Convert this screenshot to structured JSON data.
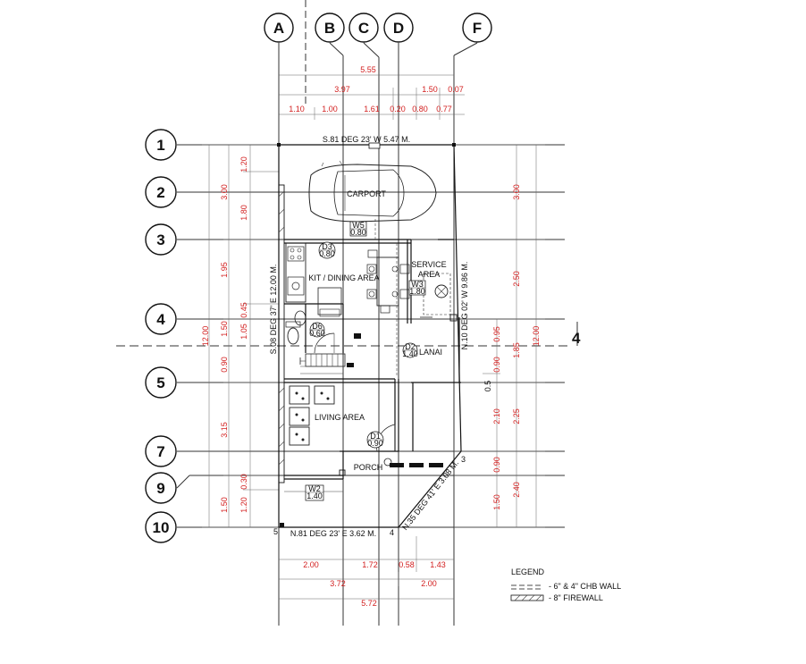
{
  "grid": {
    "columns": [
      "A",
      "B",
      "C",
      "D",
      "F"
    ],
    "rows": [
      "1",
      "2",
      "3",
      "4",
      "5",
      "7",
      "9",
      "10"
    ]
  },
  "dims_top": {
    "overall": "5.55",
    "row2": [
      "3.97",
      "1.50",
      "0.07"
    ],
    "row3": [
      "1.10",
      "1.00",
      "1.61",
      "0.20",
      "0.80",
      "0.77"
    ]
  },
  "dims_bottom": {
    "row1": [
      "2.00",
      "1.72",
      "0.58",
      "1.43"
    ],
    "row2": [
      "3.72",
      "2.00"
    ],
    "overall": "5.72"
  },
  "dims_left": {
    "outer": "12.00",
    "mid": [
      "3.00",
      "1.95",
      "1.50",
      "0.90",
      "3.15",
      "1.50"
    ],
    "inner": [
      "1.20",
      "1.80",
      "0.45",
      "1.05",
      "0.30",
      "1.20"
    ]
  },
  "dims_right": {
    "outer": "12.00",
    "inner": [
      "3.00",
      "2.50",
      "1.85",
      "2.25",
      "2.40"
    ],
    "near": [
      "0.95",
      "0.90",
      "2.10",
      "0.90",
      "1.50"
    ],
    "small": "0.5"
  },
  "bearings": {
    "top": "S.81 DEG 23' W 5.47 M.",
    "left": "S.08 DEG 37' E 12.00 M.",
    "right": "N.10 DEG 02' W 9.86 M.",
    "bottom": "N.81 DEG 23' E 3.62 M.",
    "diagonal": "N.35 DEG 41' E 3.08 M."
  },
  "rooms": {
    "carport": "CARPORT",
    "kitchen": "KIT / DINING AREA",
    "service1": "SERVICE",
    "service2": "AREA",
    "lanai": "LANAI",
    "living": "LIVING AREA",
    "porch": "PORCH"
  },
  "tags": {
    "w5": [
      "W5",
      "0.80"
    ],
    "d3": [
      "D3",
      "0.80"
    ],
    "w3": [
      "W3",
      "1.80"
    ],
    "d6": [
      "D6",
      "0.60"
    ],
    "d2": [
      "D2",
      "1.40"
    ],
    "d1": [
      "D1",
      "0.90"
    ],
    "w2": [
      "W2",
      "1.40"
    ]
  },
  "corner_marks": [
    "5",
    "4",
    "3"
  ],
  "section_mark": "4",
  "legend": {
    "title": "LEGEND",
    "items": [
      "- 6\" & 4\" CHB WALL",
      "- 8\" FIREWALL"
    ]
  }
}
